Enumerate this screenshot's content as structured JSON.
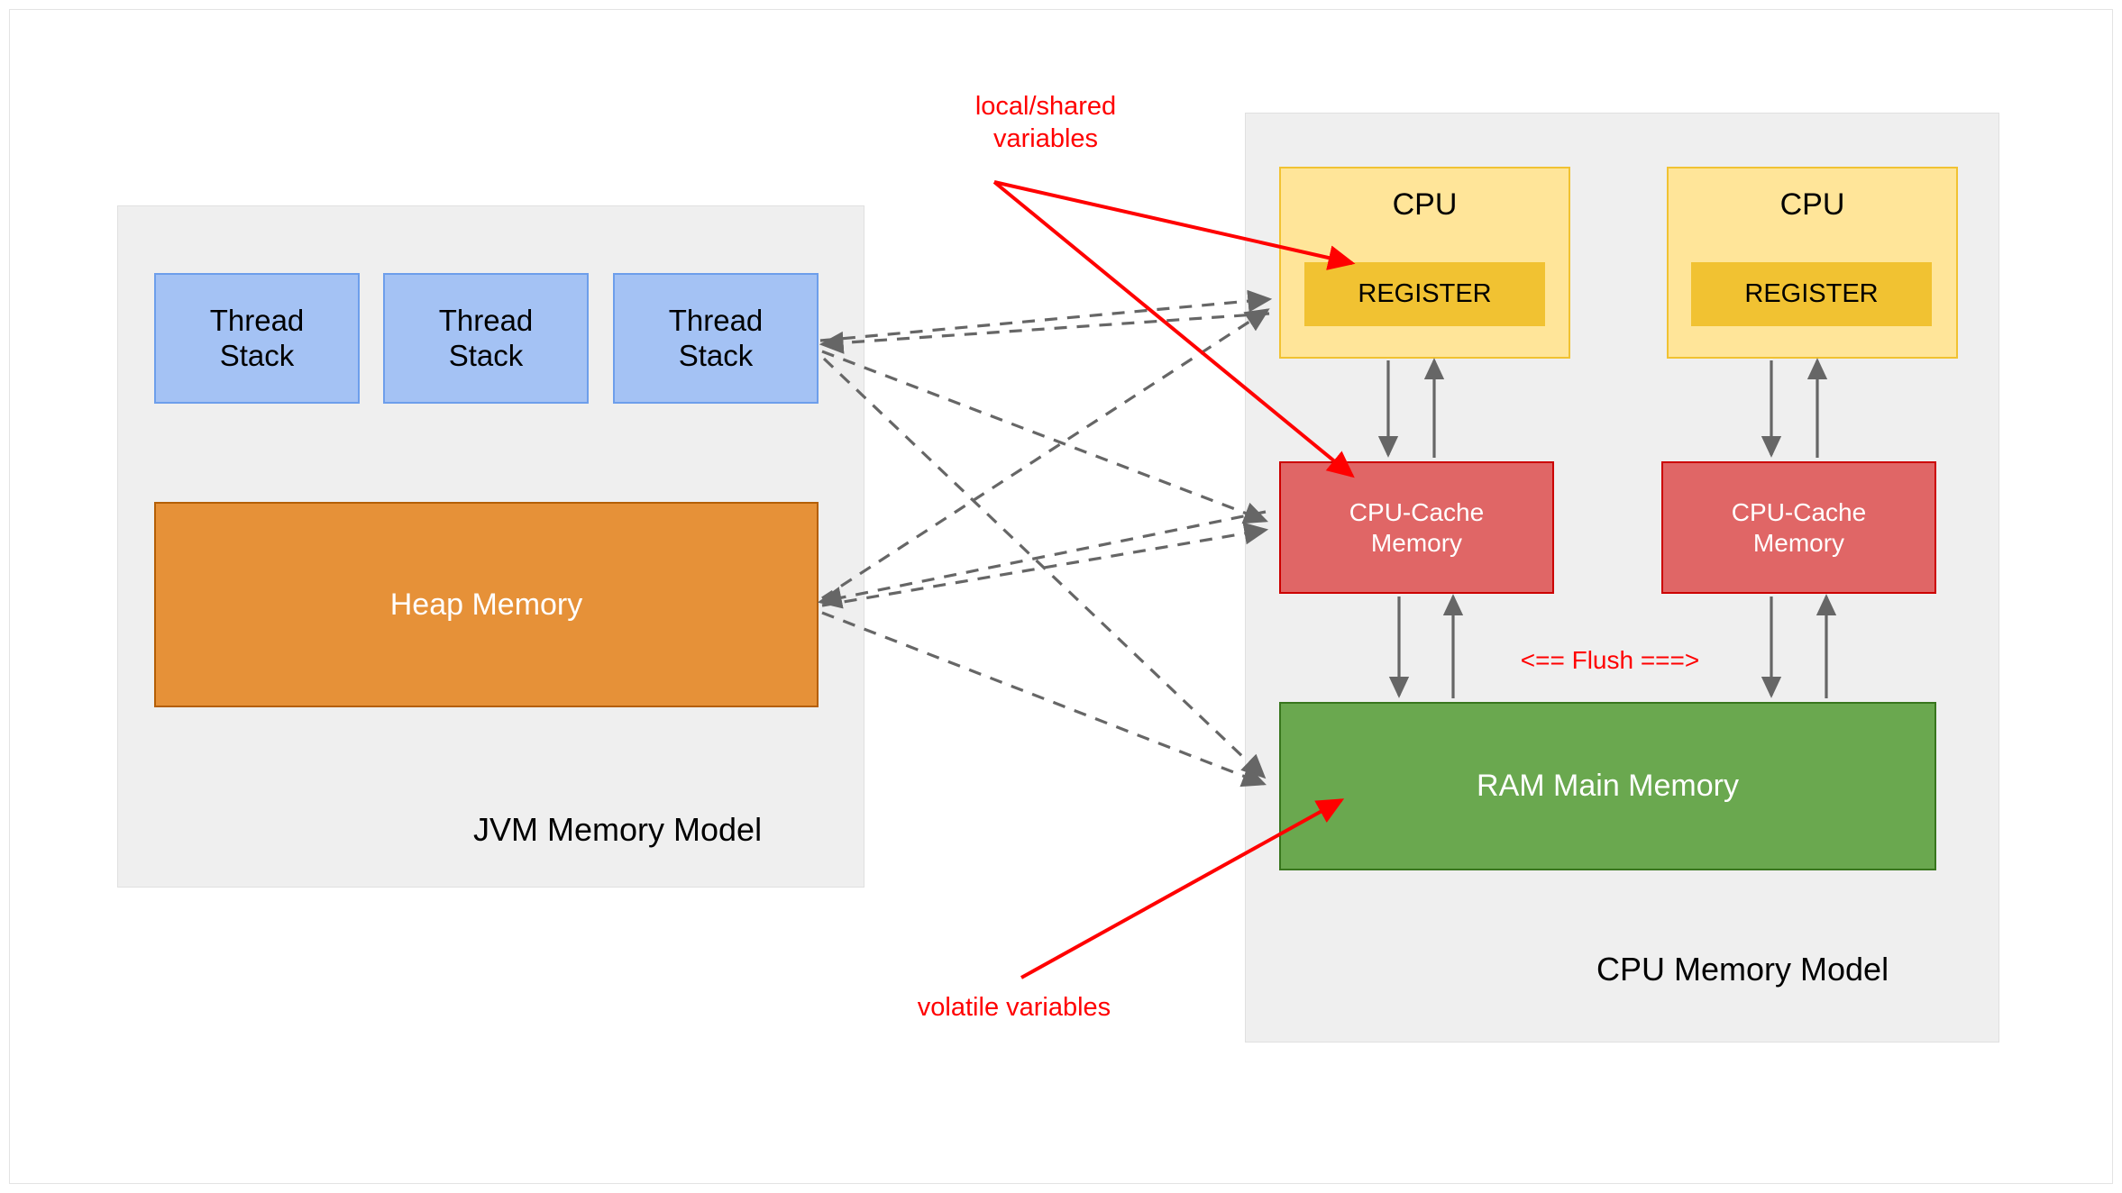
{
  "diagram": {
    "title_left": "JVM Memory Model",
    "title_right": "CPU Memory Model"
  },
  "jvm_panel": {
    "label": "JVM Memory Model",
    "thread_stacks": [
      {
        "label": "Thread\nStack"
      },
      {
        "label": "Thread\nStack"
      },
      {
        "label": "Thread\nStack"
      }
    ],
    "heap": {
      "label": "Heap Memory"
    }
  },
  "cpu_panel": {
    "label": "CPU Memory Model",
    "cores": [
      {
        "cpu_label": "CPU",
        "register_label": "REGISTER",
        "cache_label": "CPU-Cache\nMemory"
      },
      {
        "cpu_label": "CPU",
        "register_label": "REGISTER",
        "cache_label": "CPU-Cache\nMemory"
      }
    ],
    "ram": {
      "label": "RAM Main Memory"
    }
  },
  "annotations": {
    "local_shared": "local/shared\nvariables",
    "flush": "<== Flush ===>",
    "volatile": "volatile variables"
  },
  "colors": {
    "panel_bg": "#efefef",
    "panel_border": "#e0e0e0",
    "thread_fill": "#a4c2f4",
    "thread_border": "#6d9eeb",
    "heap_fill": "#e69138",
    "heap_border": "#b45f06",
    "cpu_fill": "#ffe599",
    "cpu_border": "#f1c232",
    "register_fill": "#f1c232",
    "cache_fill": "#e06666",
    "cache_border": "#cc0000",
    "ram_fill": "#6aa84f",
    "ram_border": "#38761d",
    "annotation_red": "#ff0000",
    "connector_gray": "#666666",
    "background": "#ffffff"
  }
}
